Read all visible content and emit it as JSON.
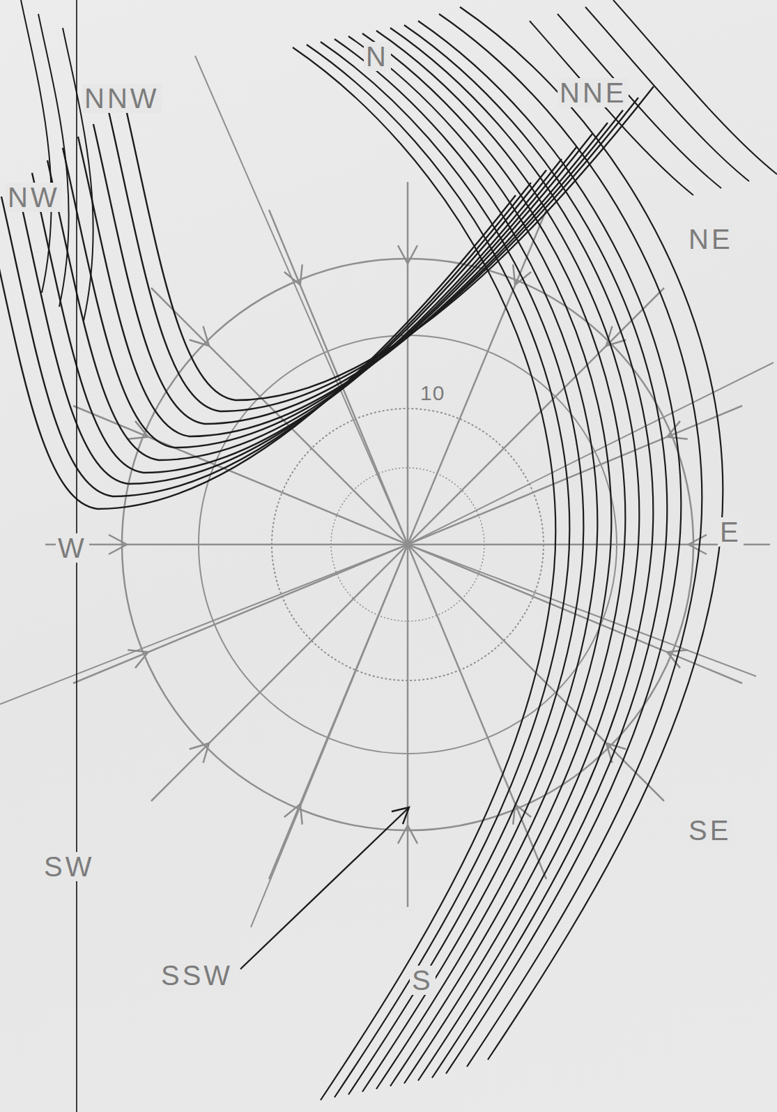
{
  "diagram": {
    "labels": [
      "NNW",
      "NW",
      "N",
      "NNE",
      "NE",
      "W",
      "E",
      "SE",
      "S",
      "SSW",
      "SW",
      "10"
    ]
  }
}
